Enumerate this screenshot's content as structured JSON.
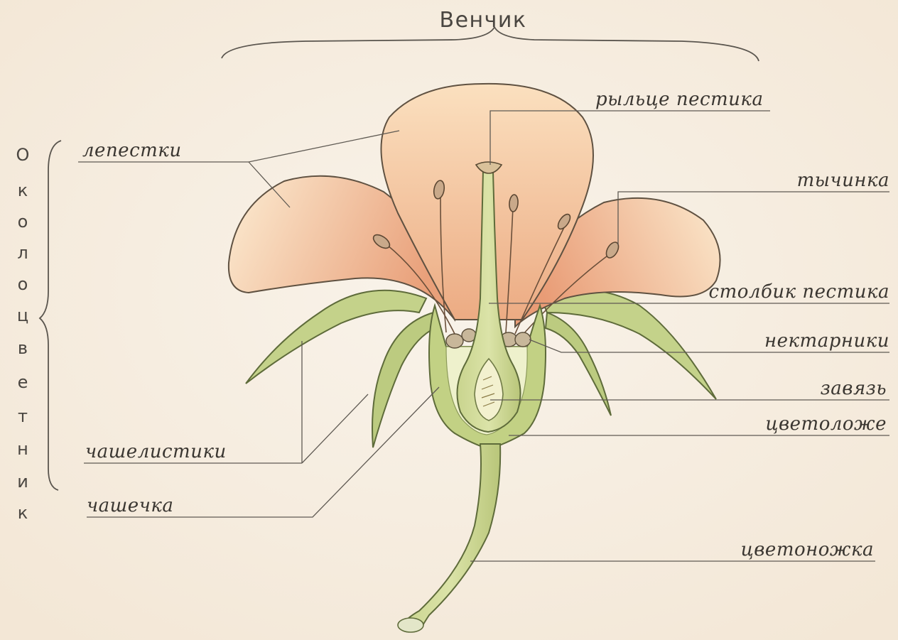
{
  "header": {
    "label": "Венчик"
  },
  "perianth": {
    "label": "Околоцветник"
  },
  "labels": {
    "petals": "лепестки",
    "stigma": "рыльце пестика",
    "stamen": "тычинка",
    "style": "столбик пестика",
    "nectaries": "нектарники",
    "ovary": "завязь",
    "receptacle": "цветоложе",
    "sepals": "чашелистики",
    "calyx": "чашечка",
    "peduncle": "цветоножка"
  },
  "colors": {
    "background": "#f6eee3",
    "petal_light": "#fbe3c2",
    "petal_dark": "#eba37a",
    "green": "#b8c97c",
    "green_light": "#e6edbe",
    "text": "#3a3631"
  }
}
